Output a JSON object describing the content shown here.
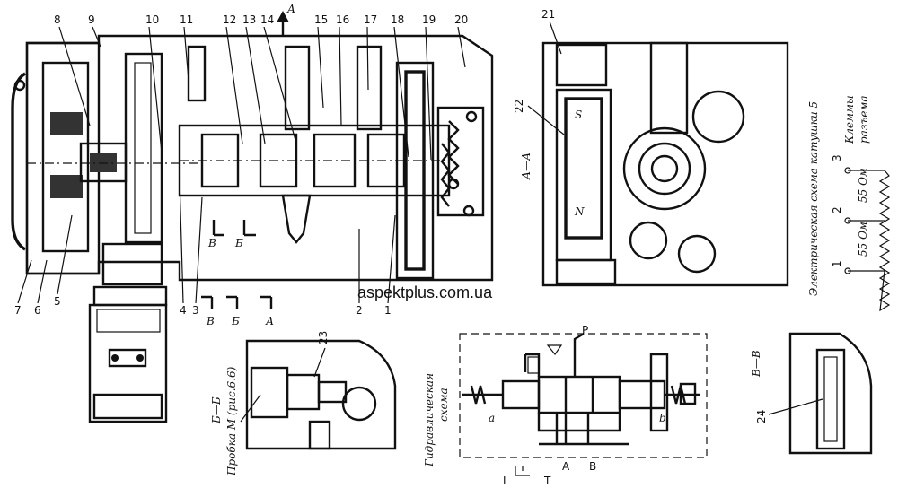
{
  "watermark": "aspektplus.com.ua",
  "callouts_main": [
    "1",
    "2",
    "3",
    "4",
    "5",
    "6",
    "7",
    "8",
    "9",
    "10",
    "11",
    "12",
    "13",
    "14",
    "15",
    "16",
    "17",
    "18",
    "19",
    "20"
  ],
  "callouts_side": [
    "21",
    "22",
    "23",
    "24"
  ],
  "views": {
    "section_aa": "А—А",
    "section_bb": "Б—Б",
    "section_vv": "В—В",
    "mark_a": "А",
    "mark_b": "Б",
    "mark_v": "В",
    "plug_note": "Пробка М (рис.6.6)"
  },
  "hydraulic": {
    "title_line1": "Гидравлическая",
    "title_line2": "схема",
    "port_p": "Р",
    "port_l": "L",
    "port_t": "Т",
    "port_a": "А",
    "port_b": "В",
    "mark_a": "а",
    "mark_b": "b"
  },
  "electrical": {
    "title": "Электрическая схема катушки 5",
    "terminals_line1": "Клеммы",
    "terminals_line2": "разъема",
    "t1": "1",
    "t2": "2",
    "t3": "3",
    "r1": "55 Ом",
    "r2": "55 Ом"
  },
  "coil_marks": {
    "s": "S",
    "n": "N"
  }
}
